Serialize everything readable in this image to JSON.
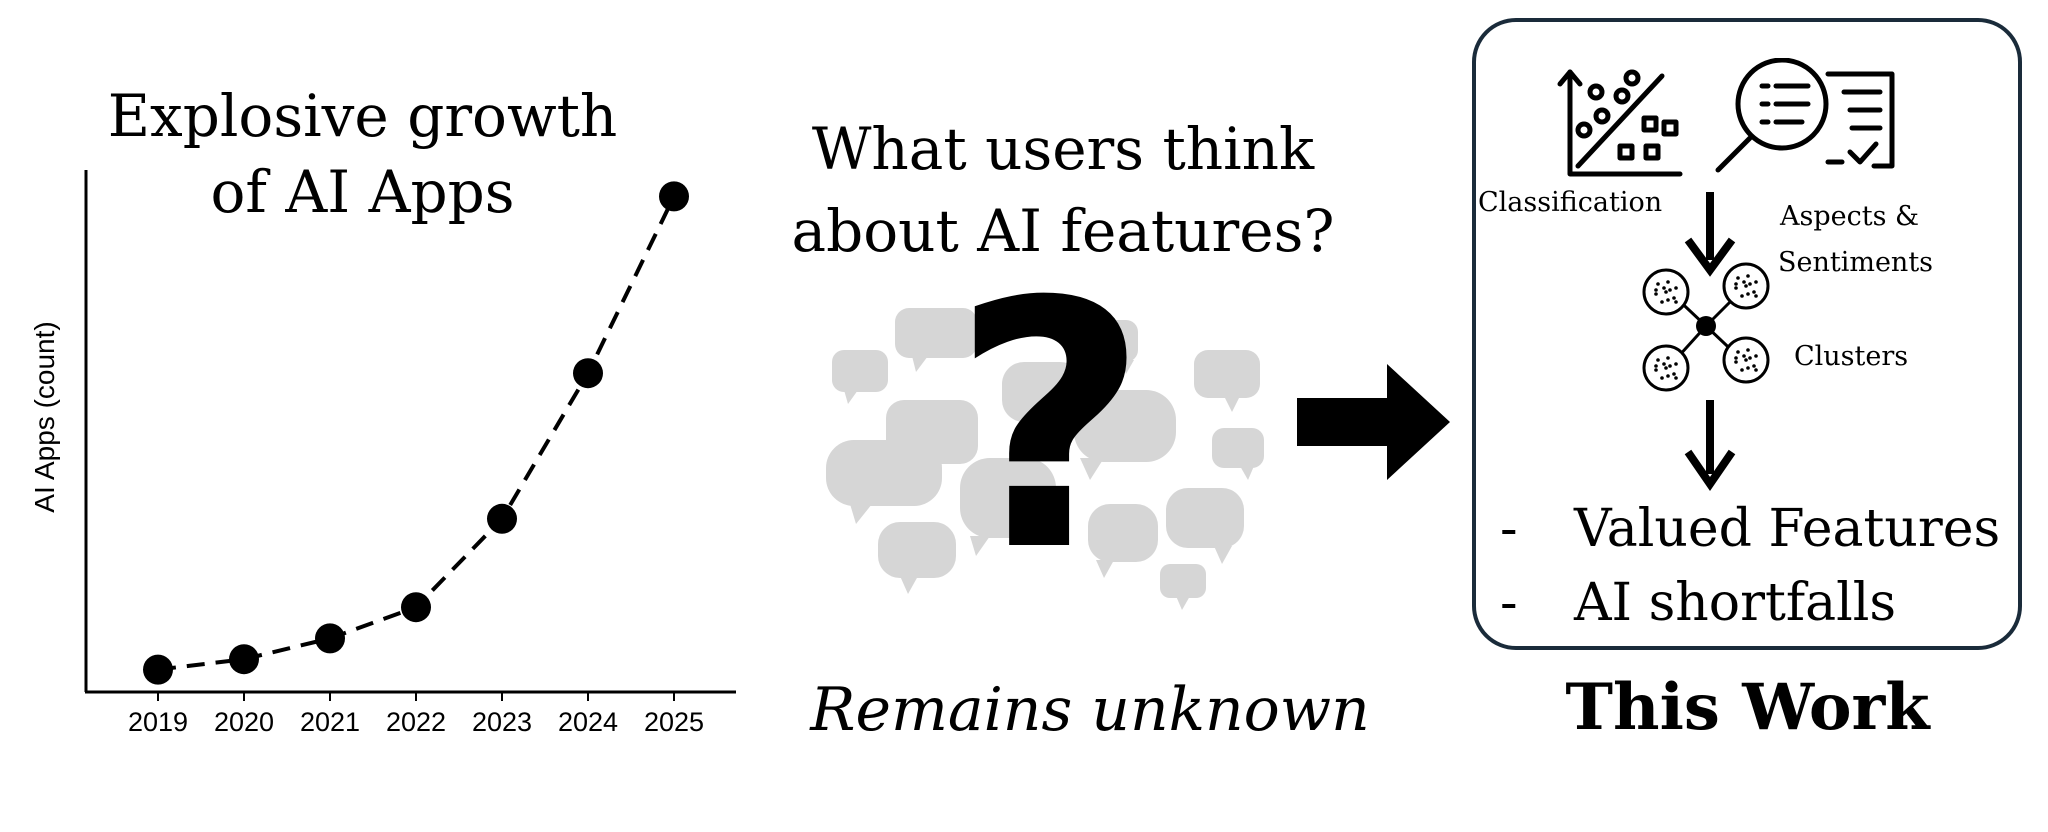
{
  "left_panel": {
    "title_line1": "Explosive growth",
    "title_line2": "of AI Apps"
  },
  "chart_data": {
    "type": "line",
    "ylabel": "AI Apps (count)",
    "xlabel": "",
    "categories": [
      "2019",
      "2020",
      "2021",
      "2022",
      "2023",
      "2024",
      "2025"
    ],
    "values": [
      2,
      4,
      8,
      14,
      31,
      59,
      93
    ],
    "ylim": [
      0,
      100
    ],
    "grid": false,
    "line_style": "dashed",
    "marker": "circle",
    "color": "#000000"
  },
  "middle_panel": {
    "question_line1": "What users think",
    "question_line2": "about AI features?",
    "question_mark": "?",
    "caption": "Remains unknown",
    "bubble_color": "#d6d6d6"
  },
  "right_panel": {
    "classification_label": "Classification",
    "aspects_label_line1": "Aspects &",
    "aspects_label_line2": "Sentiments",
    "clusters_label": "Clusters",
    "bullets": [
      {
        "dash": "-",
        "text": "Valued Features"
      },
      {
        "dash": "-",
        "text": "AI shortfalls"
      }
    ],
    "caption": "This Work",
    "border_color": "#1a2b3a"
  }
}
